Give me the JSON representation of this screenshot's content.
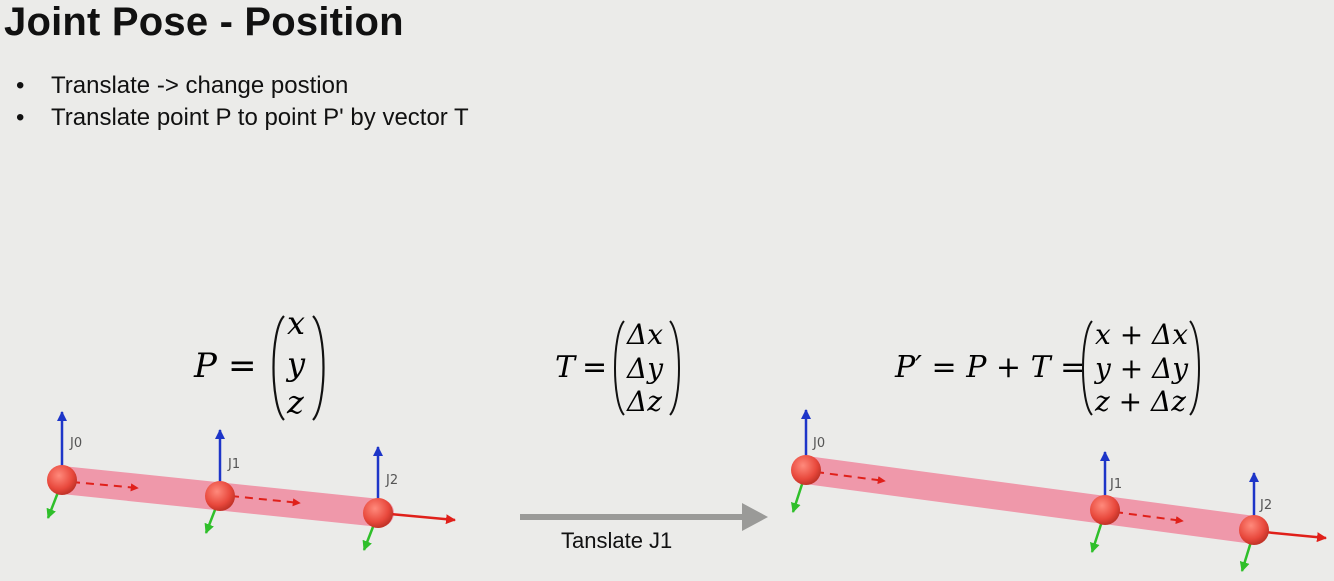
{
  "slide": {
    "title": "Joint Pose - Position",
    "bullets": [
      "Translate -> change postion",
      "Translate point P to point P' by vector T"
    ]
  },
  "equations": {
    "p": {
      "lhs_symbol": "P",
      "equals": "=",
      "vector": [
        "x",
        "y",
        "z"
      ]
    },
    "t": {
      "lhs_symbol": "T",
      "equals": "=",
      "vector": [
        "Δx",
        "Δy",
        "Δz"
      ]
    },
    "p_prime": {
      "lhs": "P′ = P + T =",
      "vector": [
        "x + Δx",
        "y + Δy",
        "z + Δz"
      ]
    }
  },
  "figure": {
    "arrow_label": "Tanslate J1",
    "joint_labels": [
      "J0",
      "J1",
      "J2"
    ],
    "colors": {
      "bone": "#f08aa0",
      "joint": "#e8483c",
      "x_axis": "#e0201a",
      "y_axis": "#1d35c8",
      "z_axis": "#2fbf2a",
      "transition_arrow": "#9a9a98"
    }
  }
}
